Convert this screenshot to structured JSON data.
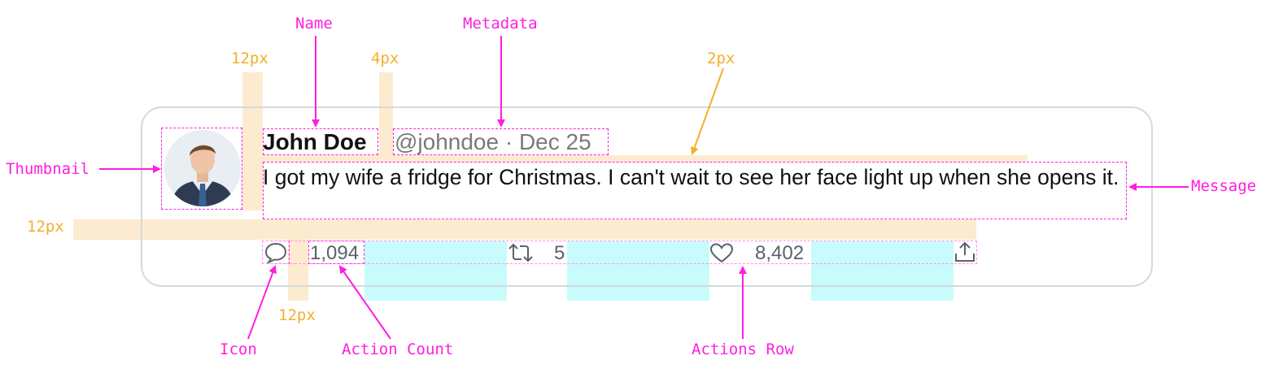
{
  "annotations": {
    "name": "Name",
    "metadata": "Metadata",
    "thumbnail": "Thumbnail",
    "message": "Message",
    "icon": "Icon",
    "action_count": "Action Count",
    "actions_row": "Actions Row"
  },
  "measurements": {
    "thumb_gap": "12px",
    "name_meta_gap": "4px",
    "header_message_gap": "2px",
    "message_actions_gap": "12px",
    "icon_count_gap": "12px"
  },
  "tweet": {
    "name": "John Doe",
    "metadata": "@johndoe · Dec 25",
    "message": "I got my wife a fridge for Christmas. I can't wait to see her face light up when she opens it.",
    "actions": [
      {
        "icon": "reply-icon",
        "count": "1,094"
      },
      {
        "icon": "retweet-icon",
        "count": "5"
      },
      {
        "icon": "heart-icon",
        "count": "8,402"
      },
      {
        "icon": "share-icon",
        "count": ""
      }
    ]
  },
  "colors": {
    "annotation": "#ff1ee0",
    "measurement": "#f5ae2a",
    "spacing_fill": "#fdebd0",
    "flex_space_fill": "#c8fbfb",
    "card_border": "#d3dadd"
  }
}
